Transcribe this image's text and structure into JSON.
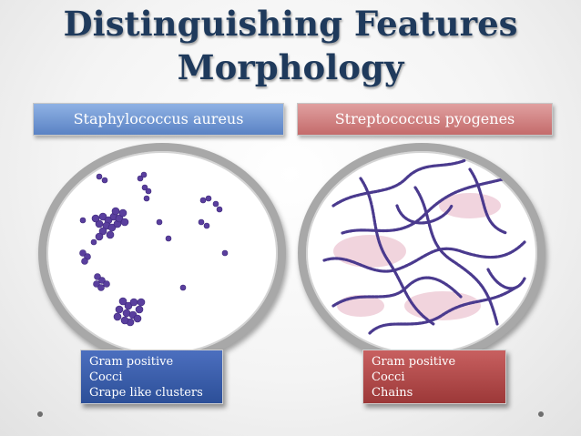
{
  "title": {
    "line1": "Distinguishing Features",
    "line2": "Morphology"
  },
  "left": {
    "header": "Staphylococcus aureus",
    "notes": [
      "Gram positive",
      "Cocci",
      "Grape like clusters"
    ],
    "color": "#4c6fbf"
  },
  "right": {
    "header": "Streptococcus pyogenes",
    "notes": [
      "Gram positive",
      "Cocci",
      "Chains"
    ],
    "color": "#c86060"
  }
}
